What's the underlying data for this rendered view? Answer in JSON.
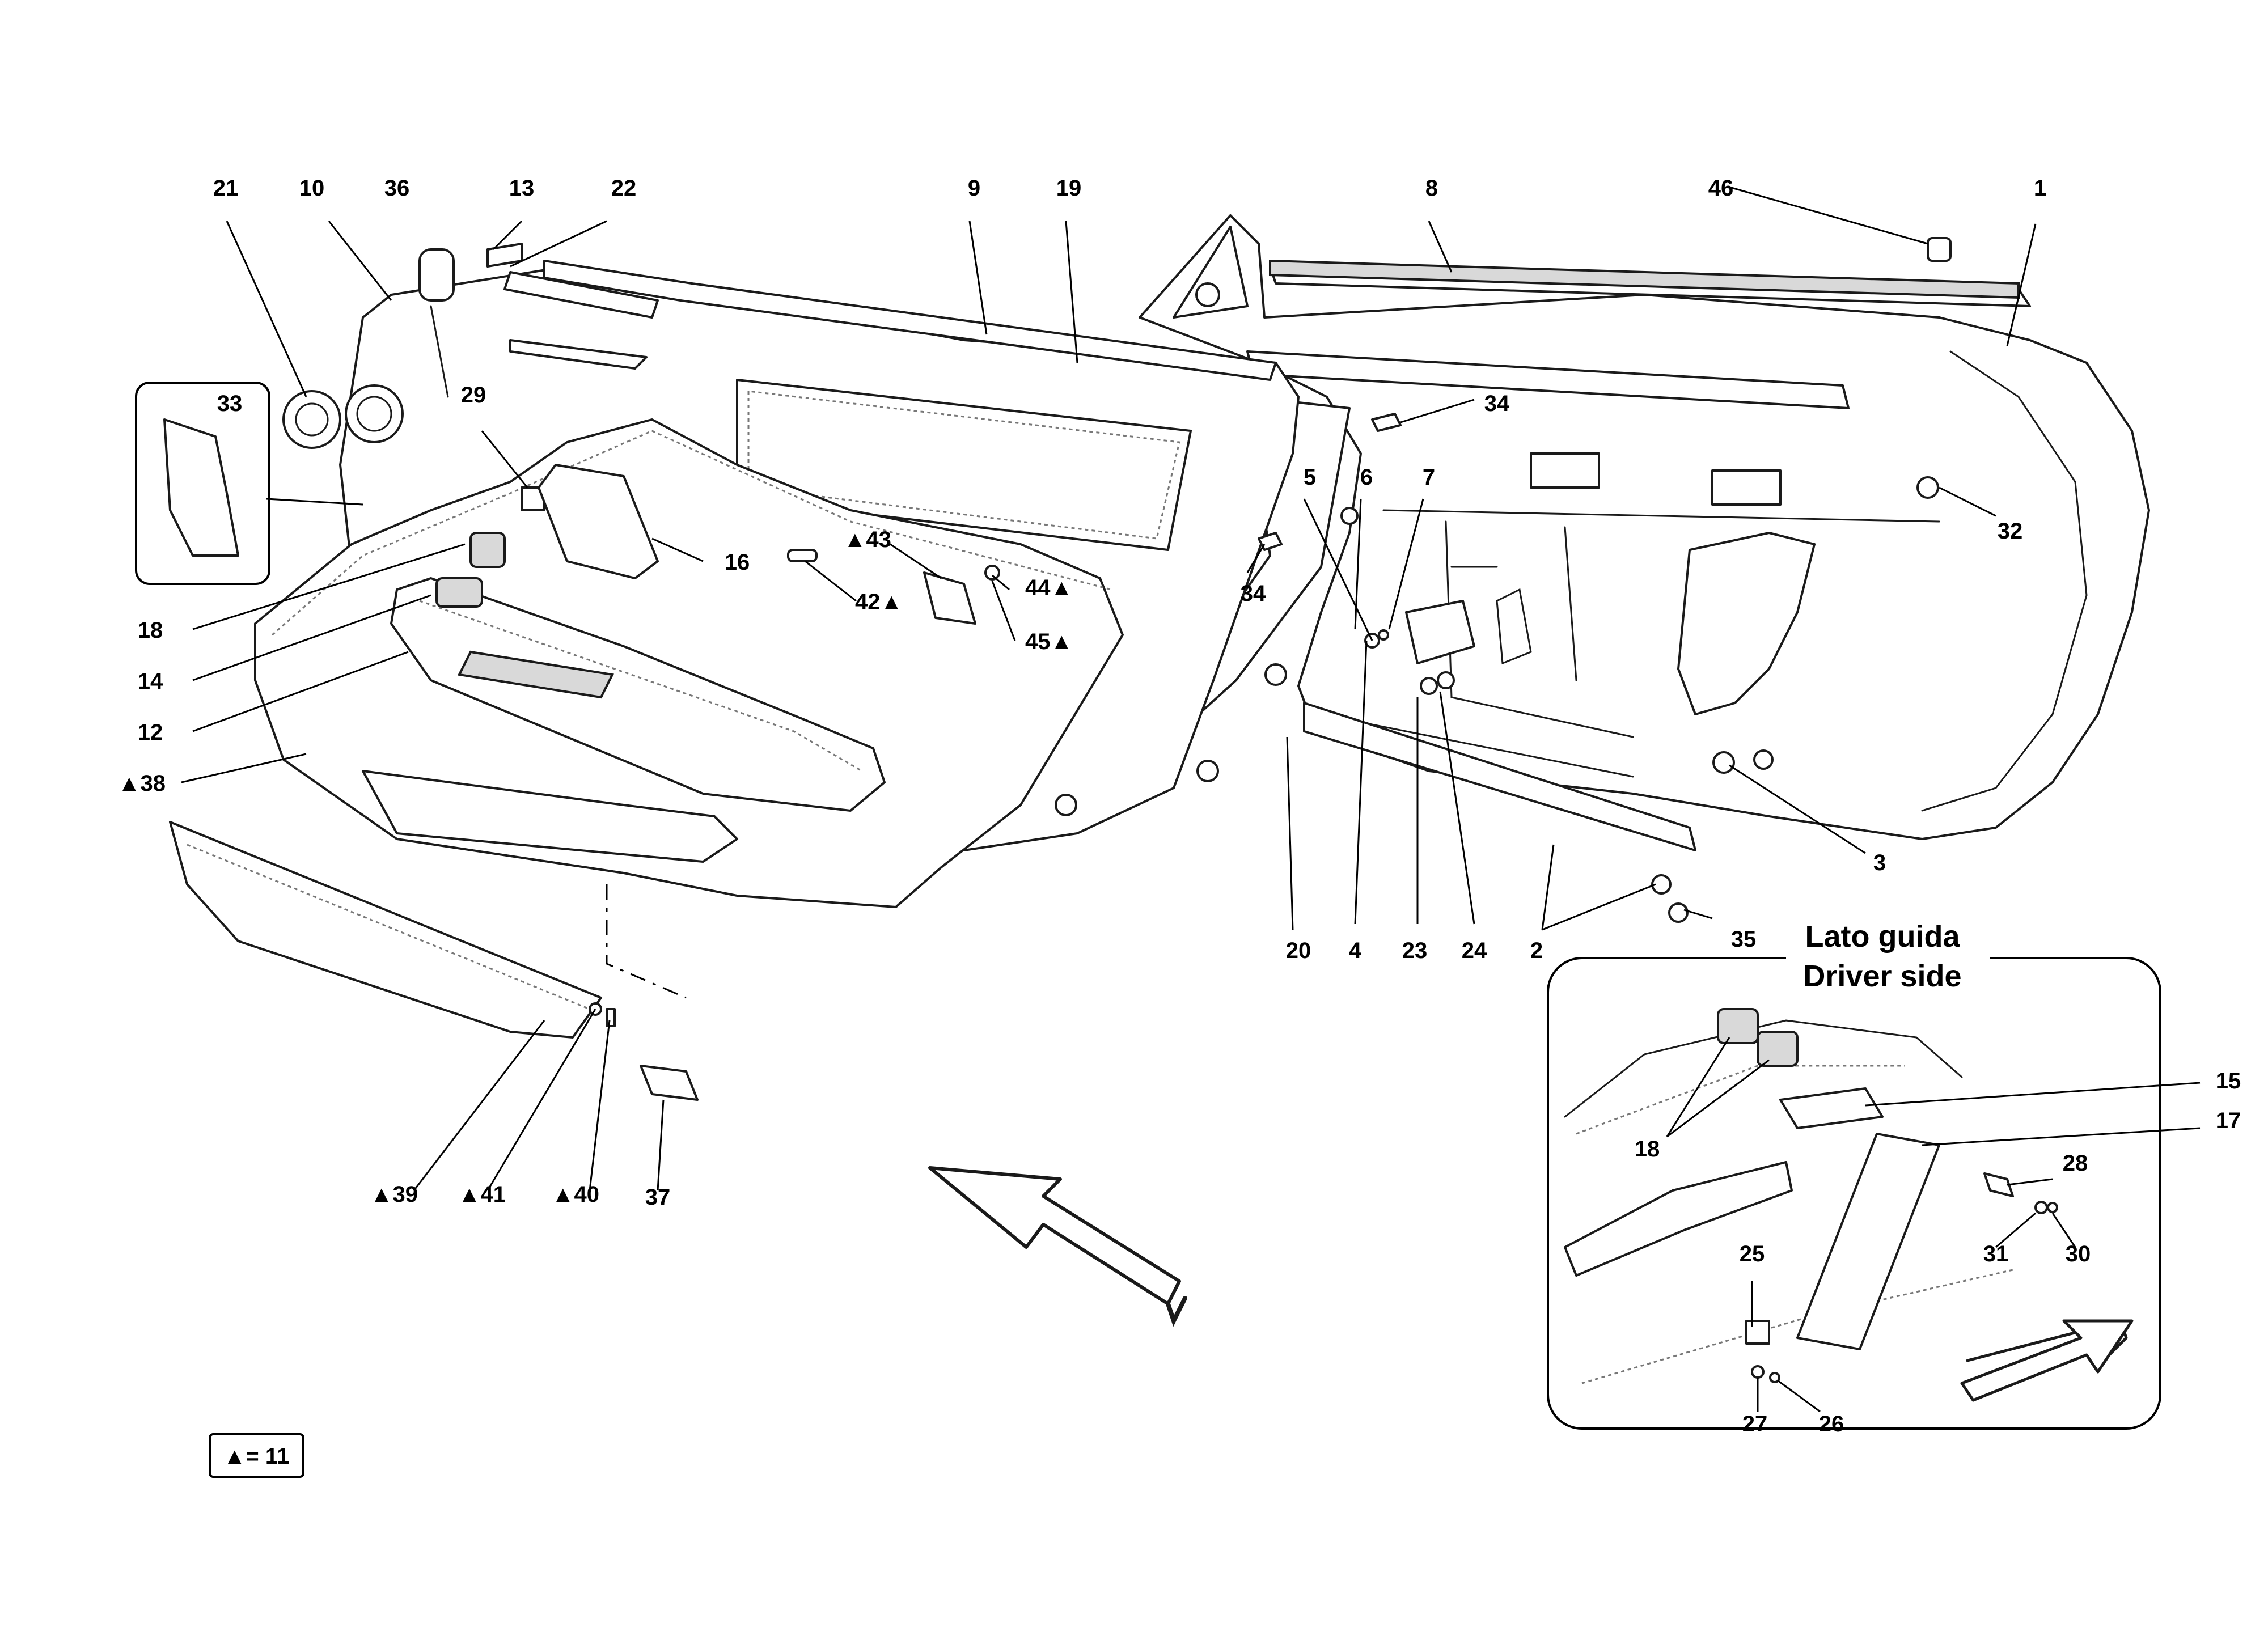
{
  "callouts": {
    "c1": "1",
    "c2": "2",
    "c3": "3",
    "c4": "4",
    "c5": "5",
    "c6": "6",
    "c7": "7",
    "c8": "8",
    "c9": "9",
    "c10": "10",
    "c12": "12",
    "c13": "13",
    "c14": "14",
    "c16": "16",
    "c18": "18",
    "c19": "19",
    "c20": "20",
    "c21": "21",
    "c22": "22",
    "c23": "23",
    "c24": "24",
    "c29": "29",
    "c32": "32",
    "c33": "33",
    "c34a": "34",
    "c34b": "34",
    "c35": "35",
    "c36": "36",
    "c37": "37",
    "c38": "▲38",
    "c39": "▲39",
    "c40": "▲40",
    "c41": "▲41",
    "c42": "42▲",
    "c43": "▲43",
    "c44": "44▲",
    "c45": "45▲",
    "c46": "46"
  },
  "inset": {
    "title_line1": "Lato guida",
    "title_line2": "Driver side",
    "callouts": {
      "i15": "15",
      "i17": "17",
      "i18": "18",
      "i25": "25",
      "i26": "26",
      "i27": "27",
      "i28": "28",
      "i30": "30",
      "i31": "31"
    }
  },
  "legend": {
    "text": "▲= 11"
  },
  "colors": {
    "line": "#1a1a1a",
    "background": "#ffffff",
    "part_fill": "#ffffff",
    "shade": "#d9d9d9"
  },
  "icons": {
    "direction": "arrow-icon"
  }
}
